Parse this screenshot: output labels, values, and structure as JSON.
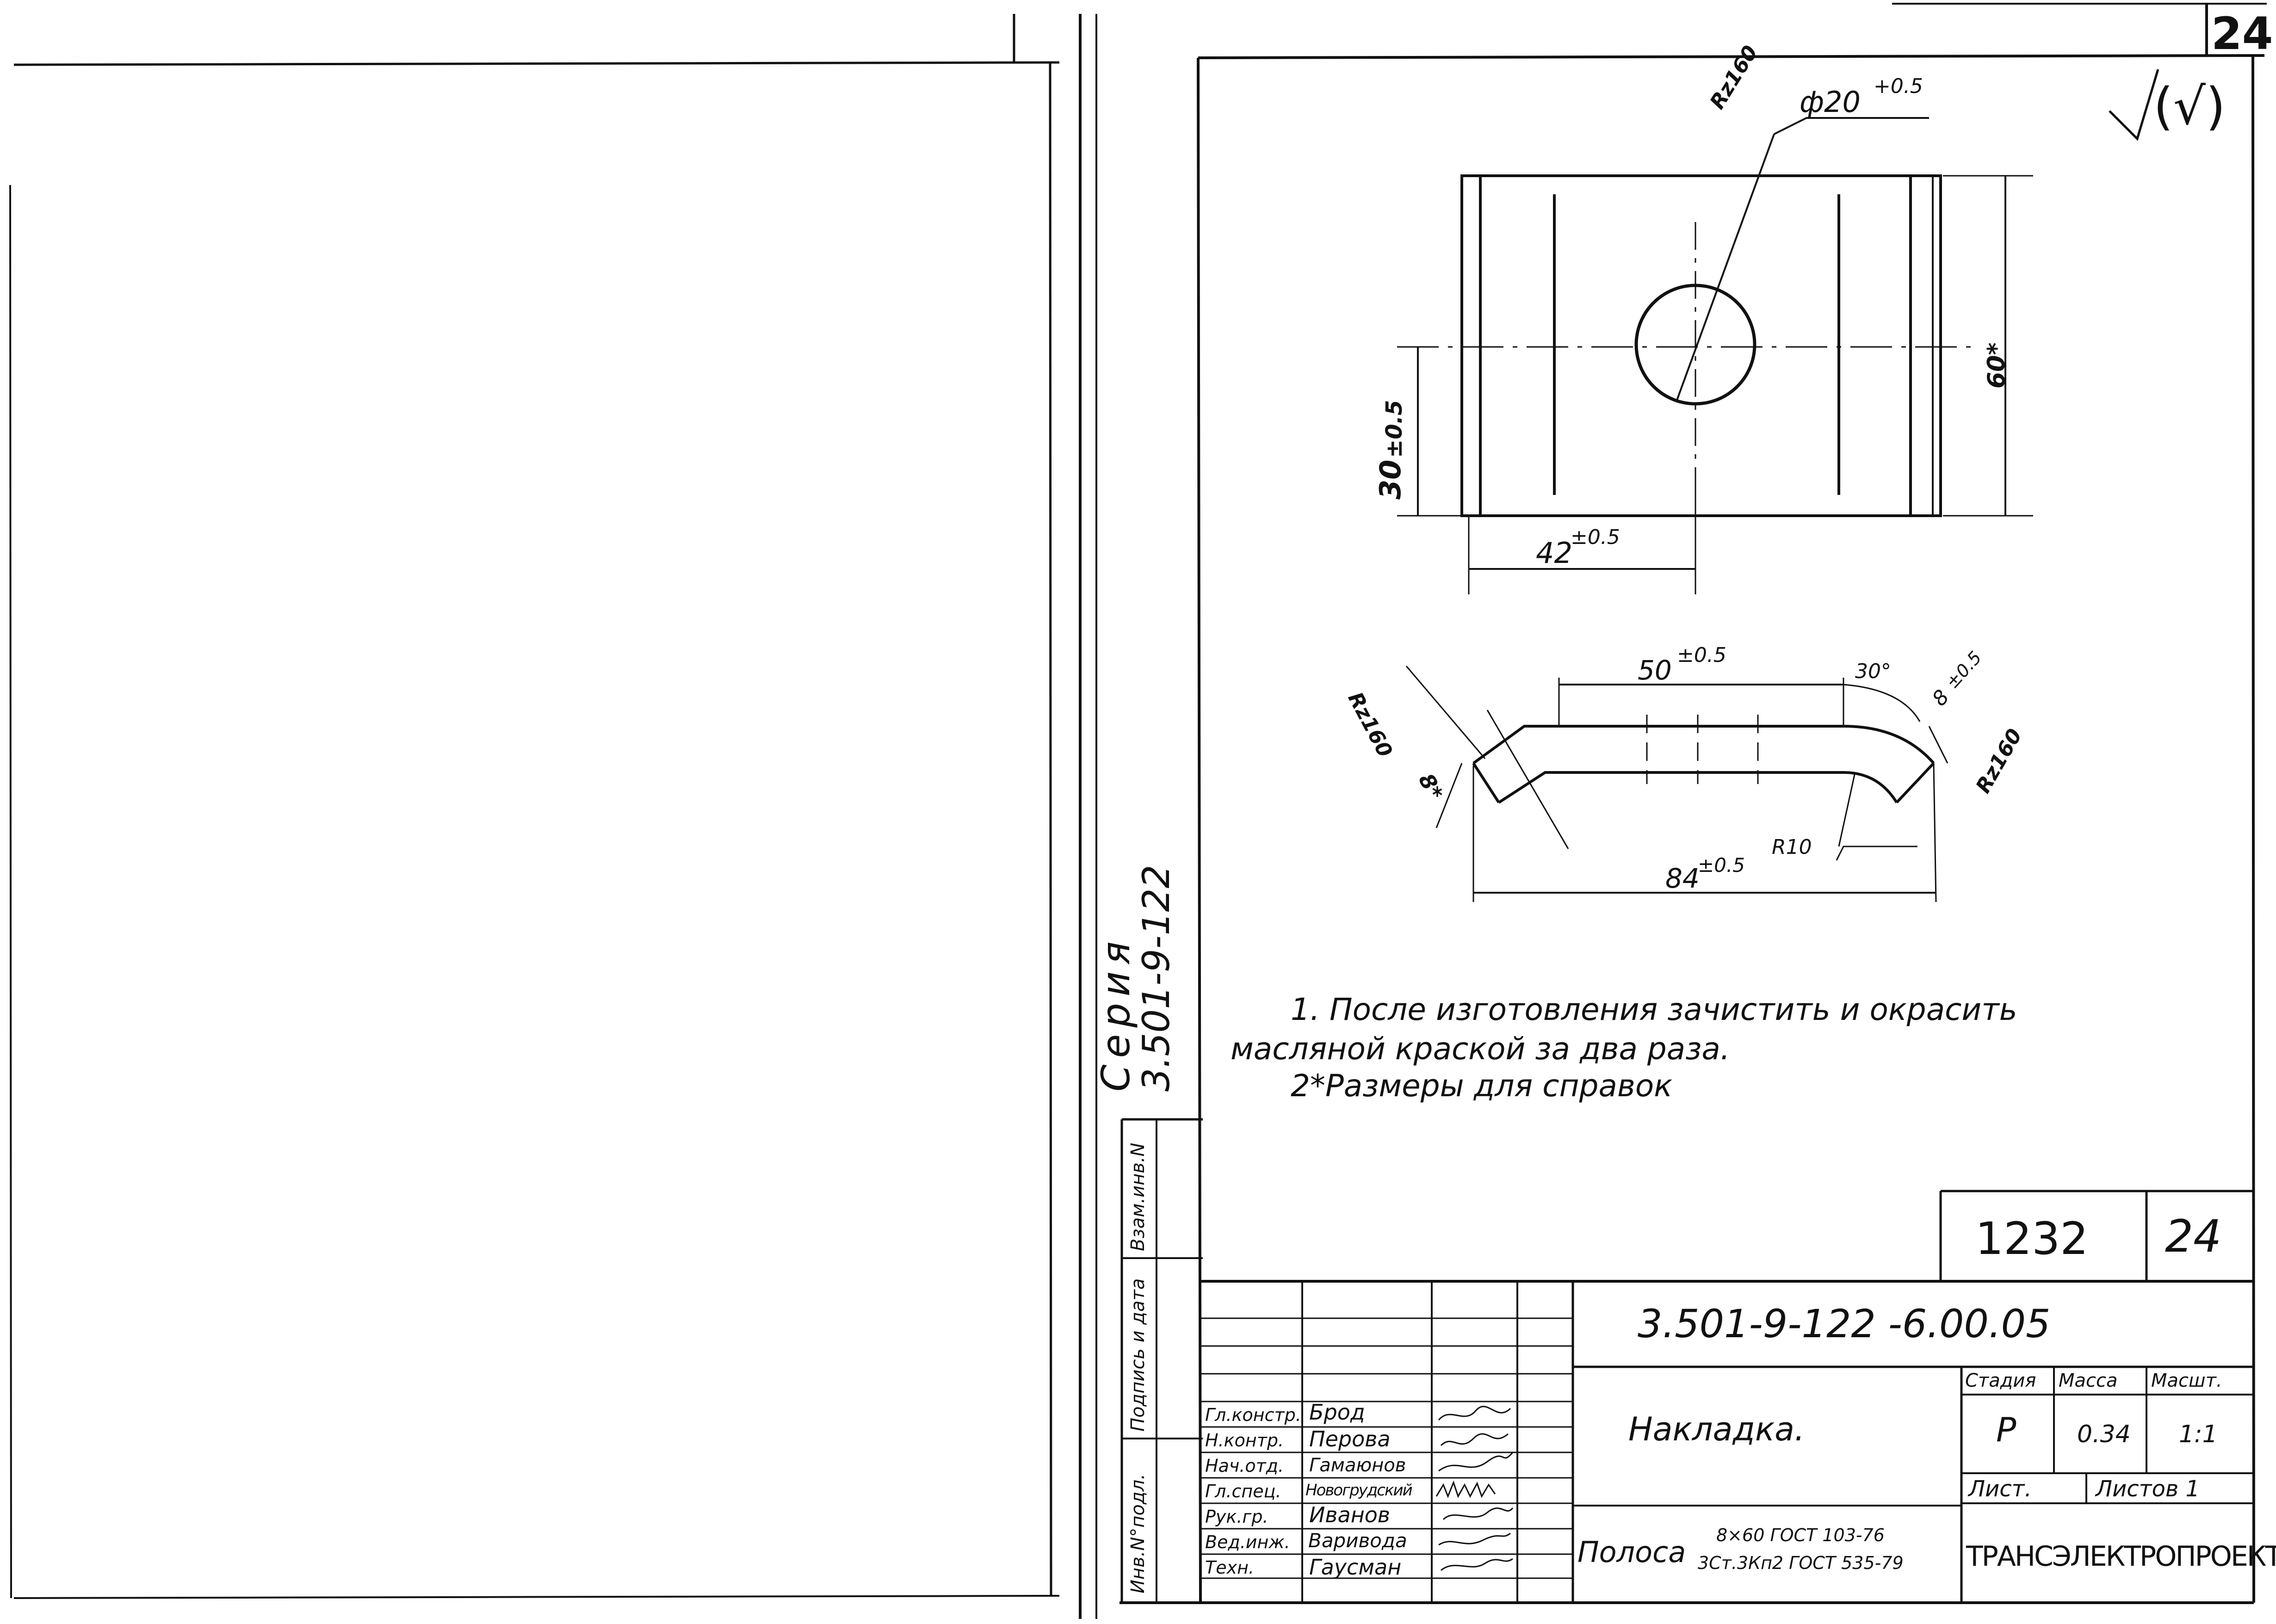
{
  "sheet": {
    "corner_number": "24",
    "series_label": "Серия",
    "series_number": "3.501-9-122"
  },
  "side_columns": {
    "replaced_inv": "Взам.инв.N",
    "sign_date": "Подпись и дата",
    "inv_original": "Инв.N°подл."
  },
  "dimensions": {
    "top_view": {
      "roughness_leader": "Rz160",
      "hole_diameter": "ф20",
      "hole_tol": "+0.5",
      "height_60": "60*",
      "height_30": "30",
      "height_30_tol": "±0.5",
      "width_42": "42",
      "width_42_tol": "±0.5"
    },
    "side_view": {
      "rz_left": "Rz160",
      "rz_right": "Rz160",
      "len_50": "50",
      "len_50_tol": "±0.5",
      "angle_30": "30°",
      "thick_8_right": "8",
      "thick_8_right_tol": "±0.5",
      "thick_8_left": "8*",
      "radius_10": "R10",
      "len_84": "84",
      "len_84_tol": "±0.5"
    },
    "roughness_symbol": "(√)"
  },
  "notes": {
    "line1": "1. После изготовления зачистить и окрасить",
    "line2": "масляной краской за два раза.",
    "line3": "2*Размеры для справок"
  },
  "title_block": {
    "format_number": "1232",
    "sheet_number": "24",
    "designation": "3.501-9-122 -6.00.05",
    "part_name": "Накладка.",
    "material_name": "Полоса",
    "material_profile": "8×60 ГОСТ 103-76",
    "material_grade": "3Ст.3Кп2 ГОСТ 535-79",
    "stage_header": "Стадия",
    "mass_header": "Масса",
    "scale_header": "Масшт.",
    "stage": "Р",
    "mass": "0.34",
    "scale": "1:1",
    "sheet_label": "Лист.",
    "sheets_label": "Листов 1",
    "organization": "ТРАНСЭЛЕКТРОПРОЕКТ",
    "signatures": [
      {
        "role": "Гл.констр.",
        "name": "Брод"
      },
      {
        "role": "Н.контр.",
        "name": "Перова"
      },
      {
        "role": "Нач.отд.",
        "name": "Гамаюнов"
      },
      {
        "role": "Гл.спец.",
        "name": "Новогрудский"
      },
      {
        "role": "Рук.гр.",
        "name": "Иванов"
      },
      {
        "role": "Вед.инж.",
        "name": "Варивода"
      },
      {
        "role": "Техн.",
        "name": "Гаусман"
      }
    ]
  }
}
